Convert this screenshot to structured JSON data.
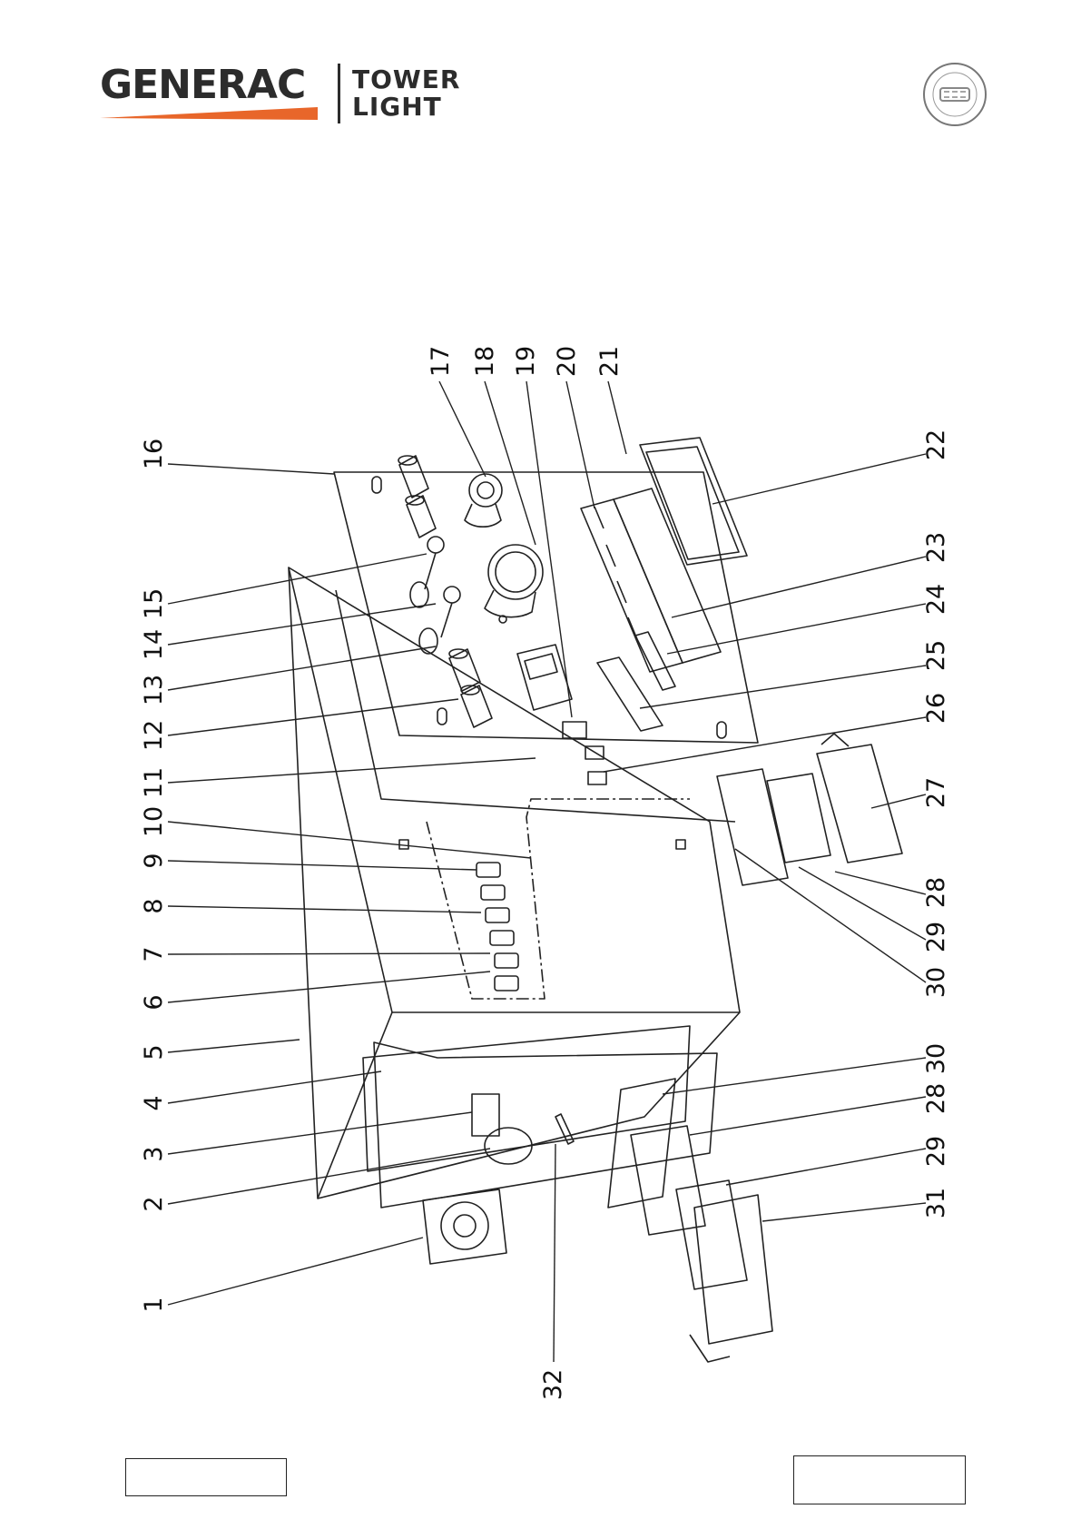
{
  "header": {
    "brand": "GENERAC",
    "product_line1": "TOWER",
    "product_line2": "LIGHT",
    "brand_accent_color": "#e8662a",
    "certification_badge": "sgs-certification-seal"
  },
  "diagram": {
    "part_numbers": [
      "1",
      "2",
      "3",
      "4",
      "5",
      "6",
      "7",
      "8",
      "9",
      "10",
      "11",
      "12",
      "13",
      "14",
      "15",
      "16",
      "17",
      "18",
      "19",
      "20",
      "21",
      "22",
      "23",
      "24",
      "25",
      "26",
      "27",
      "28",
      "29",
      "30",
      "30",
      "28",
      "29",
      "31",
      "32"
    ]
  },
  "footer": {
    "left_box": "",
    "right_box": ""
  }
}
